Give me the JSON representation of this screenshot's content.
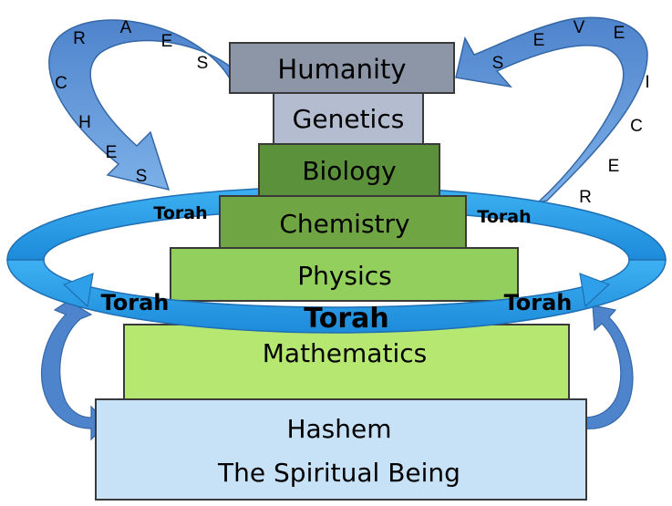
{
  "diagram": {
    "levels": [
      {
        "id": "humanity",
        "label": "Humanity",
        "fill": "#8C96A6"
      },
      {
        "id": "genetics",
        "label": "Genetics",
        "fill": "#B3BDCF"
      },
      {
        "id": "biology",
        "label": "Biology",
        "fill": "#5C913B"
      },
      {
        "id": "chemistry",
        "label": "Chemistry",
        "fill": "#6FA542"
      },
      {
        "id": "physics",
        "label": "Physics",
        "fill": "#93CF5D"
      },
      {
        "id": "mathematics",
        "label": "Mathematics",
        "fill": "#B6E871"
      },
      {
        "id": "hashem",
        "line1": "Hashem",
        "line2": "The Spiritual Being",
        "fill": "#C7E1F7"
      }
    ],
    "torah_labels": {
      "left_back": "Torah",
      "right_back": "Torah",
      "left_front": "Torah",
      "right_front": "Torah",
      "center": "Torah"
    },
    "left_arc_letters": [
      "R",
      "A",
      "E",
      "S",
      "C",
      "H",
      "E",
      "S"
    ],
    "right_arc_letters": [
      "S",
      "E",
      "V",
      "E",
      "I",
      "C",
      "E",
      "R"
    ],
    "colors": {
      "ring": "#2E9FE8",
      "ring_edge": "#1F6FB4",
      "arc_arrow": "#5B8FD4",
      "arc_edge": "#3567A6"
    }
  }
}
